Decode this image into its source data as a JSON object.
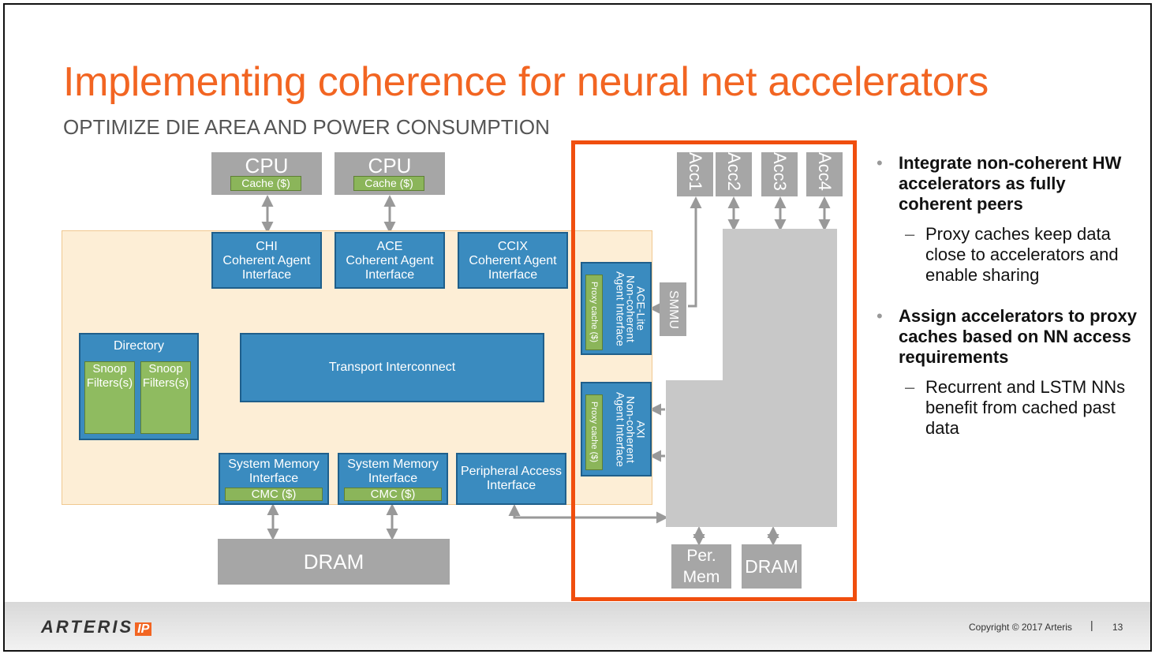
{
  "slide": {
    "title": "Implementing coherence for neural net accelerators",
    "subtitle": "OPTIMIZE DIE AREA AND POWER CONSUMPTION"
  },
  "diagram": {
    "cpu": [
      {
        "label": "CPU",
        "cache": "Cache ($)"
      },
      {
        "label": "CPU",
        "cache": "Cache ($)"
      }
    ],
    "agents": [
      {
        "label": "CHI\nCoherent Agent\nInterface"
      },
      {
        "label": "ACE\nCoherent Agent\nInterface"
      },
      {
        "label": "CCIX\nCoherent Agent\nInterface"
      }
    ],
    "directory": {
      "label": "Directory",
      "filters": [
        "Snoop\nFilters(s)",
        "Snoop\nFilters(s)"
      ]
    },
    "transport": "Transport Interconnect",
    "memory_interfaces": [
      {
        "label": "System Memory\nInterface",
        "cmc": "CMC ($)"
      },
      {
        "label": "System Memory\nInterface",
        "cmc": "CMC ($)"
      }
    ],
    "peripheral": "Peripheral Access\nInterface",
    "dram_main": "DRAM",
    "ace_lite": {
      "label": "ACE-Lite\nNon-coherent\nAgent Interface",
      "proxy": "Proxy cache ($)"
    },
    "axi": {
      "label": "AXI\nNon-coherent\nAgent Interface",
      "proxy": "Proxy cache ($)"
    },
    "smmu": "SMMU",
    "accelerators": [
      "Acc1",
      "Acc2",
      "Acc3",
      "Acc4"
    ],
    "per_mem": "Per.\nMem",
    "dram_acc": "DRAM",
    "highlight_color": "#f04e0e"
  },
  "bullets": [
    {
      "main": "Integrate non-coherent HW accelerators as fully coherent peers",
      "sub": "Proxy caches keep data close to accelerators and enable sharing"
    },
    {
      "main": "Assign accelerators to proxy caches based on NN access requirements",
      "sub": "Recurrent and LSTM NNs benefit from cached past data"
    }
  ],
  "footer": {
    "logo": "ARTERIS",
    "logo_suffix": "IP",
    "copyright": "Copyright © 2017 Arteris",
    "separator": "|",
    "page": "13"
  }
}
